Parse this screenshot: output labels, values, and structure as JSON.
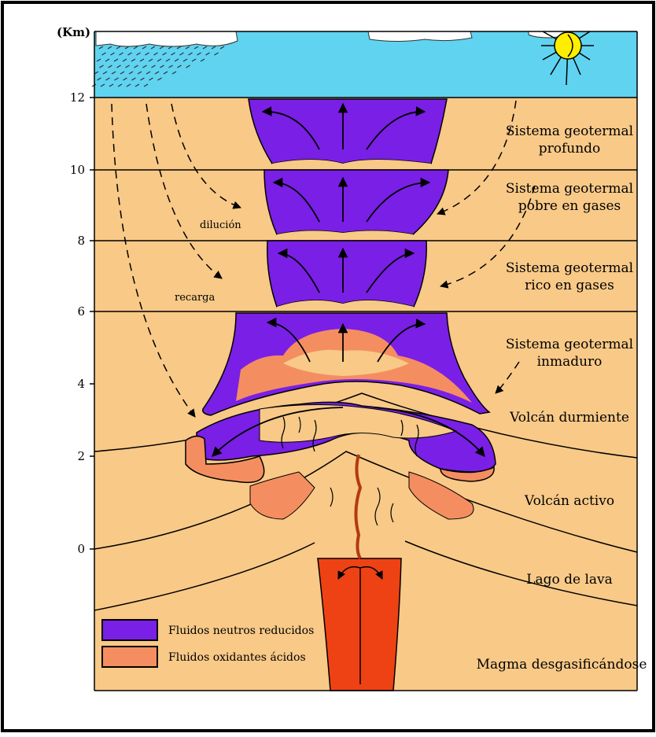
{
  "axis": {
    "unit_label": "(Km)",
    "ticks": [
      "12",
      "10",
      "8",
      "6",
      "4",
      "2",
      "0"
    ]
  },
  "zones": [
    {
      "line1": "Sistema geotermal",
      "line2": "profundo"
    },
    {
      "line1": "Sistema geotermal",
      "line2": "pobre en gases"
    },
    {
      "line1": "Sistema geotermal",
      "line2": "rico en gases"
    },
    {
      "line1": "Sistema geotermal",
      "line2": "inmaduro"
    },
    {
      "line1": "Volcán durmiente"
    },
    {
      "line1": "Volcán activo"
    },
    {
      "line1": "Lago de lava"
    },
    {
      "line1": "Magma desgasificándose"
    }
  ],
  "annotations": {
    "dilution": "dilución",
    "recharge": "recarga"
  },
  "legend": [
    {
      "label": "Fluidos neutros reducidos",
      "color": "#7a1fe6"
    },
    {
      "label": "Fluidos oxidantes ácidos",
      "color": "#f48e60"
    }
  ],
  "colors": {
    "sky": "#5fd3ef",
    "ground": "#f8c987",
    "magma": "#ee4215",
    "sun": "#ffee00"
  }
}
